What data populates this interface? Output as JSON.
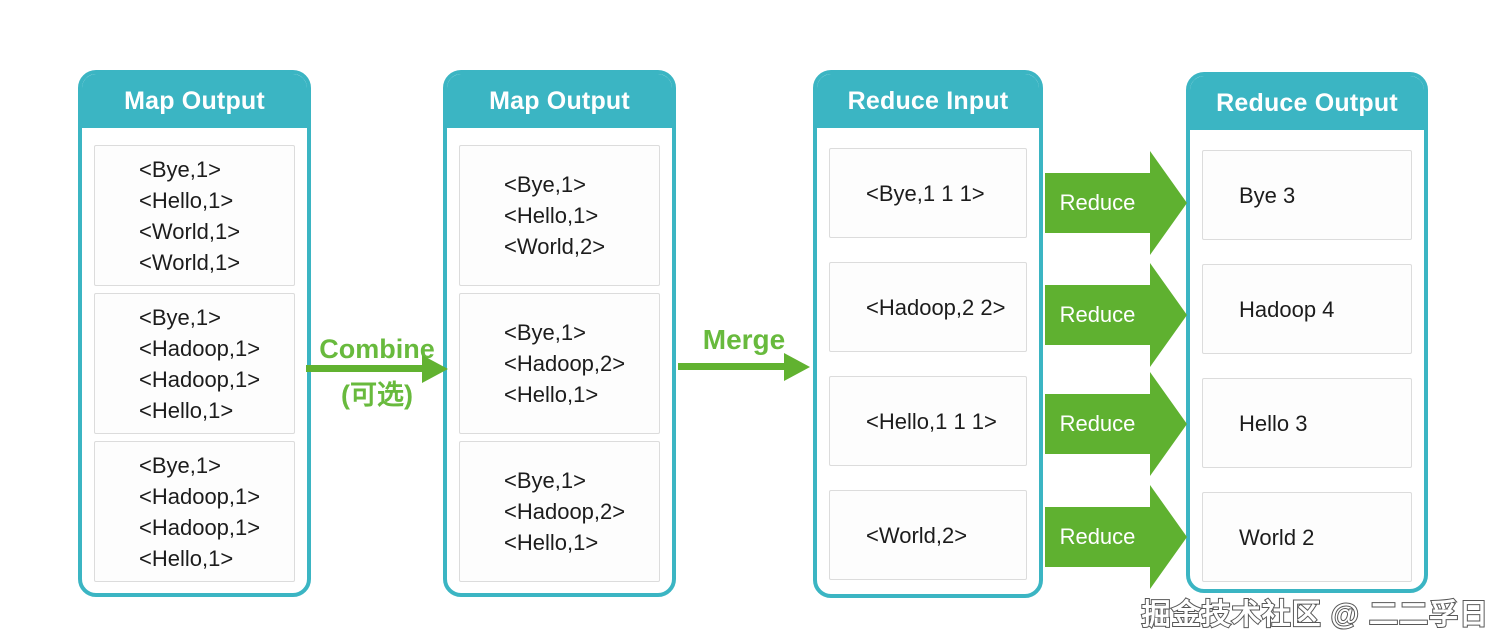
{
  "diagram": {
    "panels": [
      {
        "title": "Map Output",
        "boxes": [
          [
            "<Bye,1>",
            "<Hello,1>",
            "<World,1>",
            "<World,1>"
          ],
          [
            "<Bye,1>",
            "<Hadoop,1>",
            "<Hadoop,1>",
            "<Hello,1>"
          ],
          [
            "<Bye,1>",
            "<Hadoop,1>",
            "<Hadoop,1>",
            "<Hello,1>"
          ]
        ]
      },
      {
        "title": "Map Output",
        "boxes": [
          [
            "<Bye,1>",
            "<Hello,1>",
            "<World,2>"
          ],
          [
            "<Bye,1>",
            "<Hadoop,2>",
            "<Hello,1>"
          ],
          [
            "<Bye,1>",
            "<Hadoop,2>",
            "<Hello,1>"
          ]
        ]
      },
      {
        "title": "Reduce Input",
        "boxes": [
          [
            "<Bye,1 1 1>"
          ],
          [
            "<Hadoop,2 2>"
          ],
          [
            "<Hello,1 1 1>"
          ],
          [
            "<World,2>"
          ]
        ]
      },
      {
        "title": "Reduce Output",
        "boxes": [
          [
            "Bye 3"
          ],
          [
            "Hadoop 4"
          ],
          [
            "Hello 3"
          ],
          [
            "World 2"
          ]
        ]
      }
    ],
    "arrows": {
      "combine": {
        "label": "Combine",
        "sublabel": "(可选)"
      },
      "merge": {
        "label": "Merge"
      },
      "reduce_labels": [
        "Reduce",
        "Reduce",
        "Reduce",
        "Reduce"
      ]
    },
    "watermark": "掘金技术社区 @ 二二孚日",
    "colors": {
      "teal": "#3bb5c3",
      "green_shape": "#5fb130",
      "green_line": "#61b230",
      "green_text": "#68ba3d"
    }
  }
}
